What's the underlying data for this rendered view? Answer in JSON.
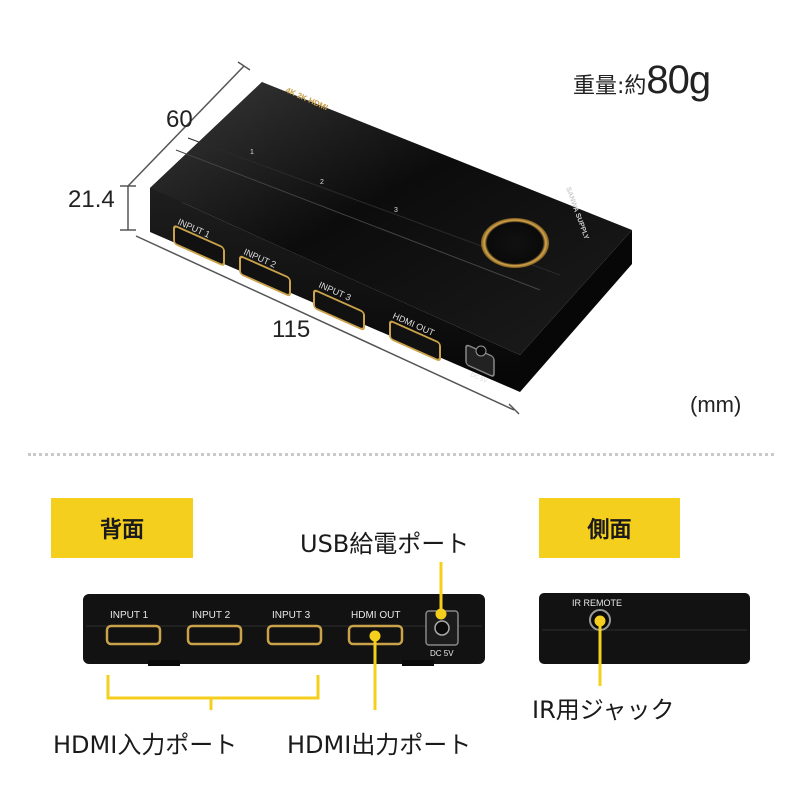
{
  "weight": {
    "label": "重量:約",
    "value": "80g"
  },
  "dimensions": {
    "depth": "60",
    "height": "21.4",
    "width": "115",
    "unit": "(mm)"
  },
  "device_top": {
    "model": "4K 2K HDMI",
    "brand": "SANWA SUPPLY",
    "indicators": [
      "1",
      "2",
      "3"
    ]
  },
  "ports": {
    "input1": "INPUT 1",
    "input2": "INPUT 2",
    "input3": "INPUT 3",
    "output": "HDMI OUT",
    "dc": "DC 5V"
  },
  "side": {
    "ir_label": "IR REMOTE"
  },
  "sections": {
    "back": "背面",
    "side": "側面"
  },
  "callouts": {
    "usb": "USB給電ポート",
    "hdmi_in": "HDMI入力ポート",
    "hdmi_out": "HDMI出力ポート",
    "ir_jack": "IR用ジャック"
  },
  "colors": {
    "accent": "#f5cf1d",
    "device": "#141414",
    "gold": "#c9a24a"
  }
}
